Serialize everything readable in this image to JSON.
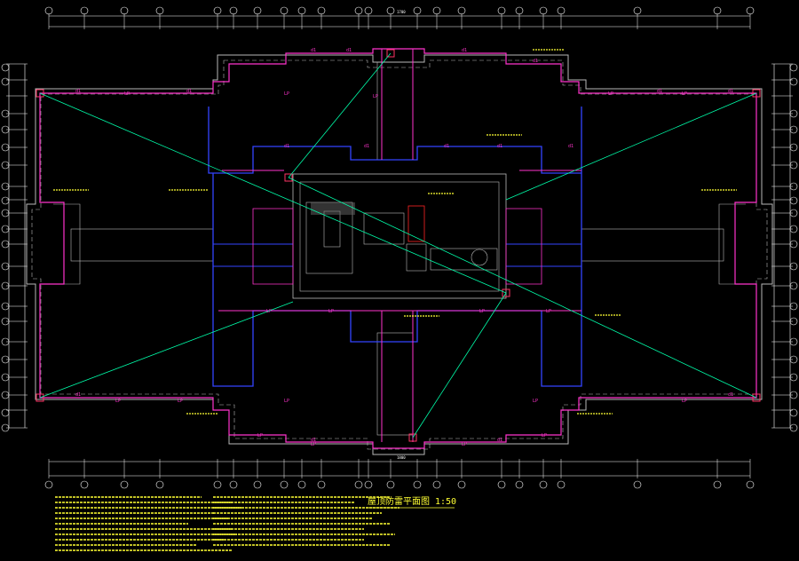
{
  "drawing": {
    "title": "屋顶防雷平面图",
    "scale": "1:50",
    "labels": {
      "lp": "LP",
      "dt": "d1",
      "dim_top": "1700",
      "dim_bottom": "1800"
    },
    "colors": {
      "background": "#000000",
      "parapet": "#b8b8b8",
      "belt_main": "#ff33cc",
      "belt_inner": "#3344ff",
      "diagonal": "#00ffaa",
      "text_note": "#ffff33",
      "dim": "#ffffff",
      "marker": "#ff3366",
      "red_box": "#ff2222"
    }
  }
}
